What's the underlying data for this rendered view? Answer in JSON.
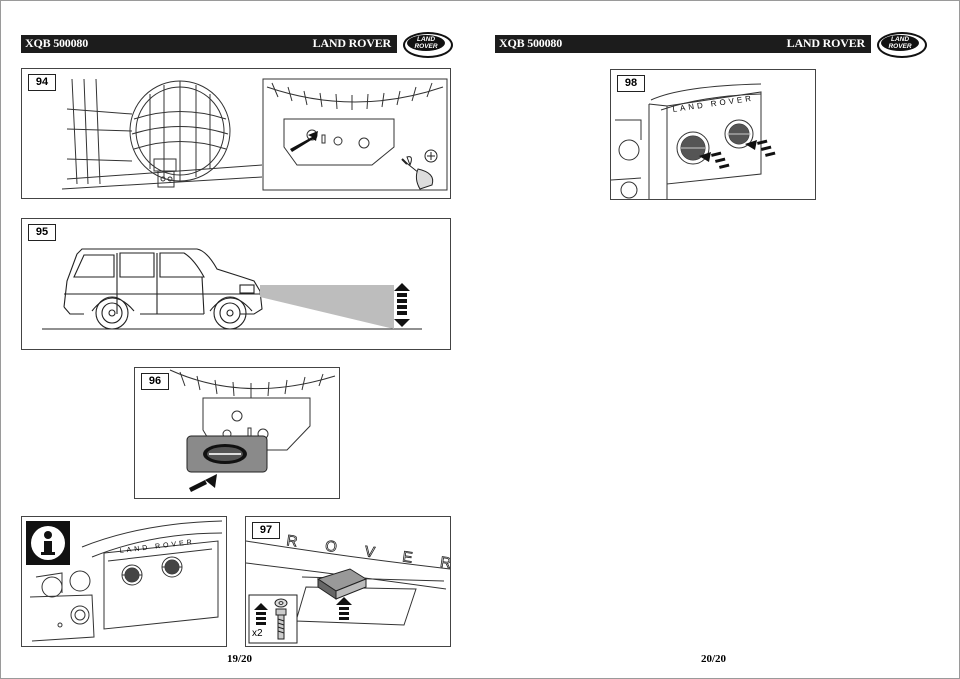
{
  "left_page": {
    "doc_code": "XQB 500080",
    "brand": "LAND ROVER",
    "logo_text": [
      "LAND",
      "ROVER"
    ],
    "page_number": "19/20"
  },
  "right_page": {
    "doc_code": "XQB 500080",
    "brand": "LAND ROVER",
    "logo_text": [
      "LAND",
      "ROVER"
    ],
    "page_number": "20/20"
  },
  "figures": {
    "f94": "94",
    "f95": "95",
    "f96": "96",
    "f97": "97",
    "f98": "98",
    "quantity_label": "x2",
    "grille_text": "LAND ROVER",
    "tailgate_text": "R O V E R"
  },
  "icons": [
    "info-icon",
    "screwdriver-icon",
    "phillips-screw-icon",
    "arrow-icon",
    "up-down-arrow-icon",
    "bolt-icon",
    "washer-icon"
  ]
}
